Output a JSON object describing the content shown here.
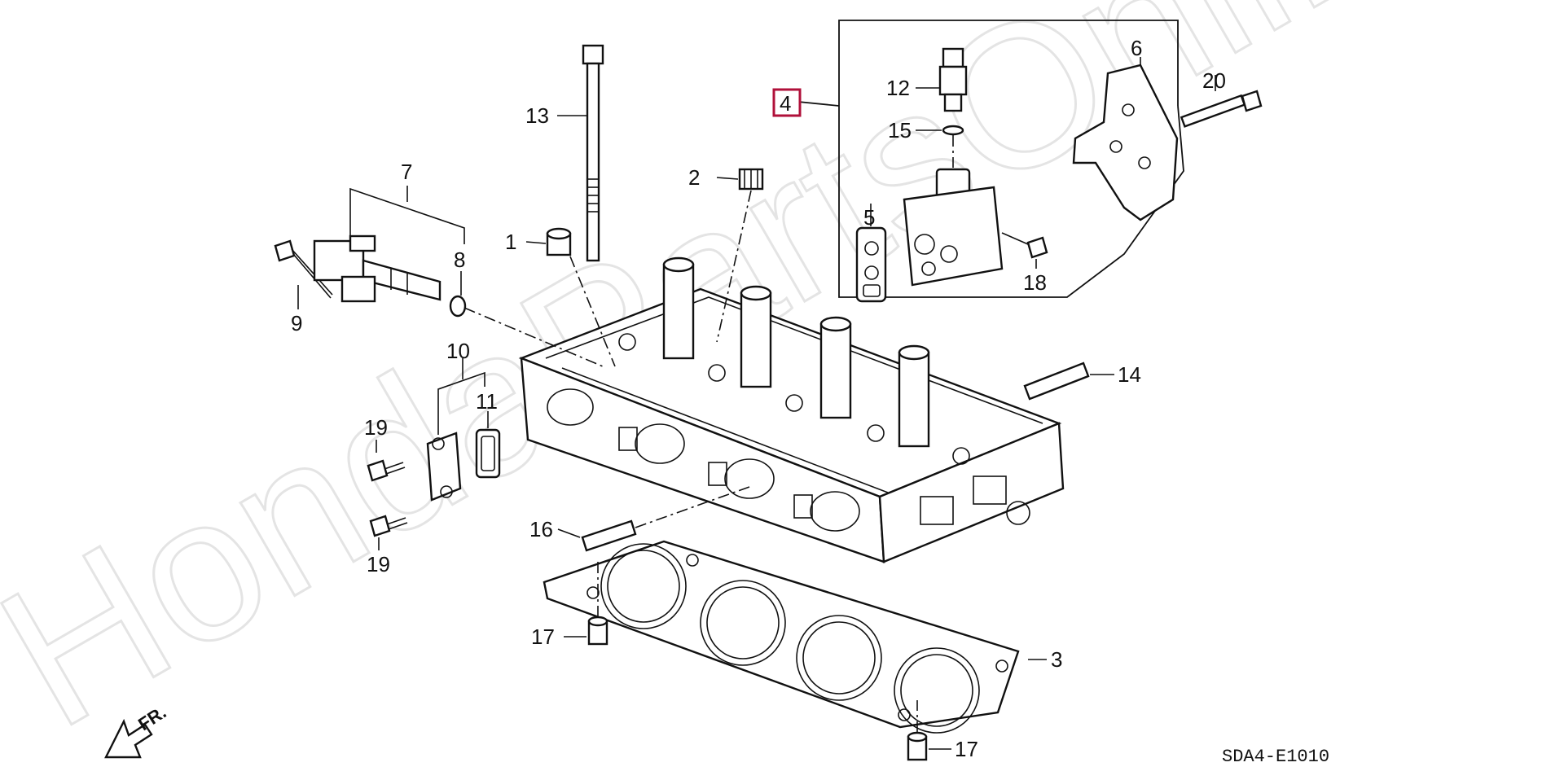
{
  "watermark": "HondaPartsOnline.ru",
  "diagram_code": "SDA4-E1010",
  "direction_label": "FR.",
  "highlight_color": "#b0103a",
  "callouts": {
    "c1": "1",
    "c2": "2",
    "c3": "3",
    "c4": "4",
    "c5": "5",
    "c6": "6",
    "c7": "7",
    "c8": "8",
    "c9": "9",
    "c10": "10",
    "c11": "11",
    "c12": "12",
    "c13": "13",
    "c14": "14",
    "c15": "15",
    "c16": "16",
    "c17a": "17",
    "c17b": "17",
    "c18": "18",
    "c19a": "19",
    "c19b": "19",
    "c20": "20"
  }
}
